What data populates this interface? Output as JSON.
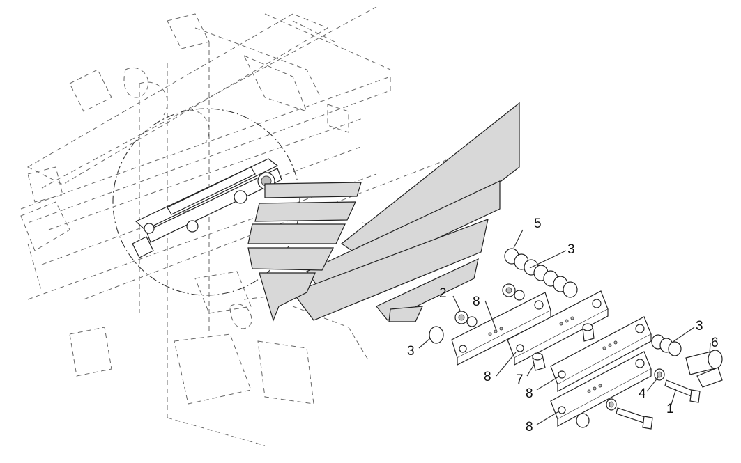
{
  "diagram": {
    "callouts": {
      "c1": "1",
      "c2": "2",
      "c3a": "3",
      "c3b": "3",
      "c3c": "3",
      "c4": "4",
      "c5": "5",
      "c6": "6",
      "c7": "7",
      "c8a": "8",
      "c8b": "8",
      "c8c": "8",
      "c8d": "8"
    }
  }
}
